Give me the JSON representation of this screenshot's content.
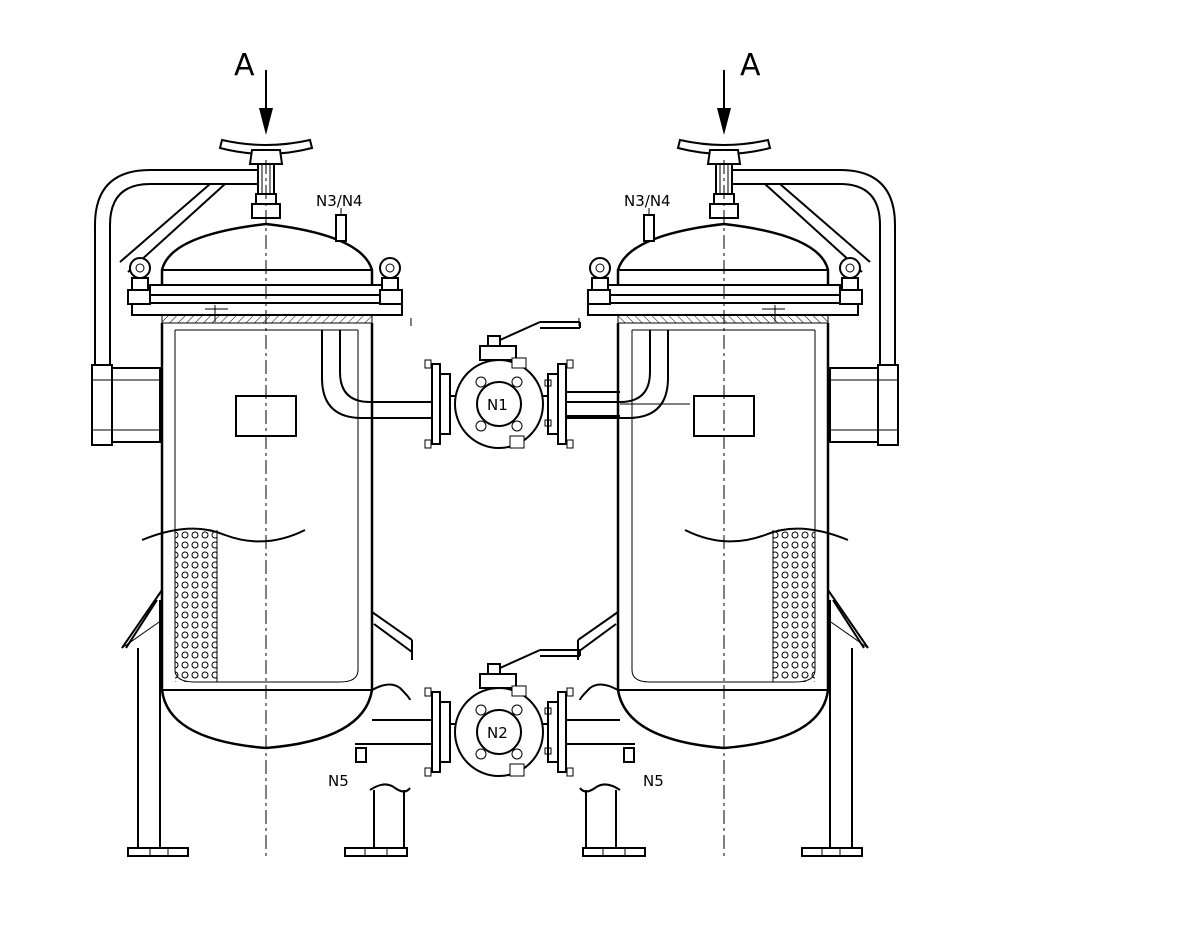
{
  "labels": {
    "view_arrow_left": "A",
    "view_arrow_right": "A",
    "nozzle_top_left": "N3/N4",
    "nozzle_top_right": "N3/N4",
    "valve_top": "N1",
    "valve_bottom": "N2",
    "nozzle_bottom_left": "N5",
    "nozzle_bottom_right": "N5"
  },
  "colors": {
    "line": "#000000",
    "background": "#ffffff"
  }
}
